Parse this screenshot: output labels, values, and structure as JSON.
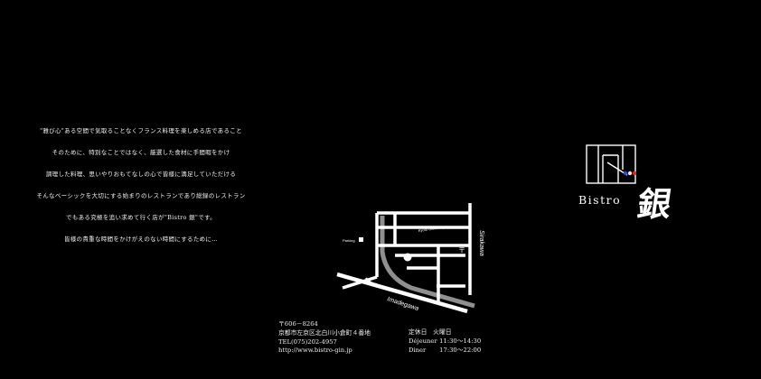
{
  "intro": {
    "lines": [
      "\"雅び心\"ある空間で気取ることなくフランス料理を楽しめる店であること",
      "そのために、特別なことではなく、厳選した食材に手間暇をかけ",
      "調理した料理、思いやりおもてなしの心で皆様に満足していただける",
      "そんなベーシックを大切にする始まりのレストランであり総録のレストラン",
      "でもある究極を追い求めて行く店が\"Bistro 銀\"です。",
      "皆様の貴重な時間をかけがえのない時間にするために…"
    ]
  },
  "map": {
    "labels": {
      "parking": "Parking",
      "university": "Kyoto University",
      "street_east": "Sirakawa",
      "street_south": "Imadegawa"
    }
  },
  "logo": {
    "name_latin": "Bistro",
    "name_kanji": "銀",
    "dot_colors": [
      "#2a4fd6",
      "#e8e8e8",
      "#e0262a"
    ]
  },
  "contact": {
    "postal": "〒606－8264",
    "address": "京都市左京区北白川小倉町４番地",
    "tel": "TEL(075)202-4957",
    "url": "http://www.bistro-gin.jp"
  },
  "hours": {
    "closed": "定休日　火曜日",
    "dejeuner_label": "Déjeuner",
    "dejeuner_time": "11:30～14:30",
    "diner_label": "Diner",
    "diner_time": "17:30～22:00"
  }
}
